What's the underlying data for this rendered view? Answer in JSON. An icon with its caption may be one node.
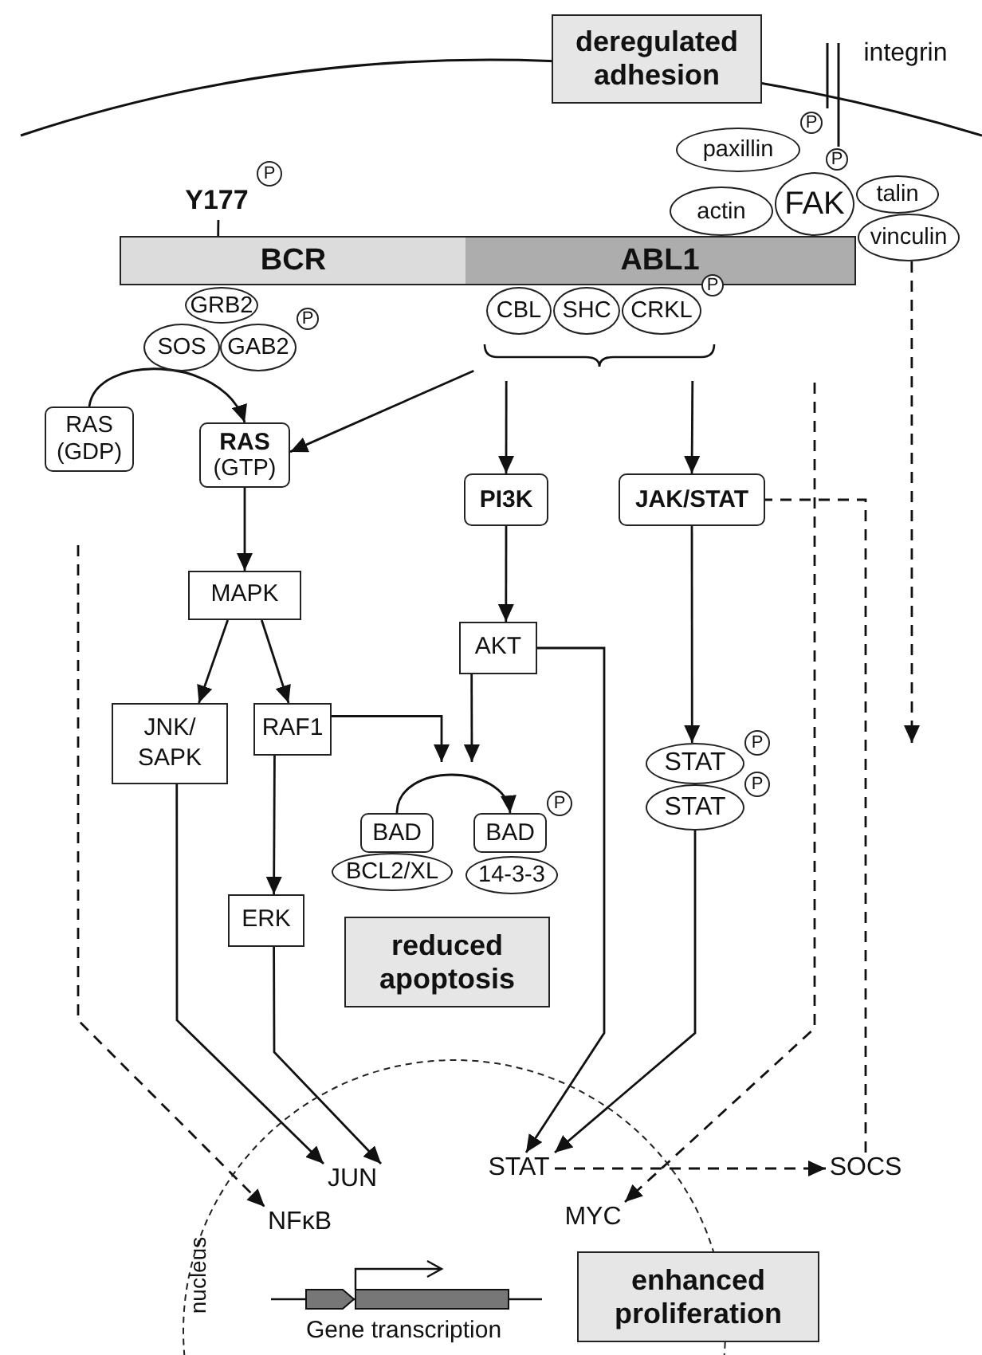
{
  "diagram": {
    "nodes": [
      {
        "text": [
          "deregulated adhesion"
        ]
      },
      {
        "text": [
          "integrin"
        ]
      },
      {
        "text": [
          "paxillin"
        ],
        "beside": [
          "P"
        ]
      },
      {
        "text": [
          "actin"
        ]
      },
      {
        "text": [
          "FAK"
        ],
        "beside": [
          "P"
        ]
      },
      {
        "text": [
          "talin"
        ]
      },
      {
        "text": [
          "vinculin"
        ]
      },
      {
        "text": [
          "Y177"
        ],
        "beside": [
          "P"
        ]
      },
      {
        "text": [
          "BCR"
        ]
      },
      {
        "text": [
          "ABL1"
        ]
      },
      {
        "text": [
          "GRB2"
        ]
      },
      {
        "text": [
          "SOS"
        ]
      },
      {
        "text": [
          "GAB2"
        ],
        "beside": [
          "P"
        ]
      },
      {
        "text": [
          "CBL"
        ]
      },
      {
        "text": [
          "SHC"
        ]
      },
      {
        "text": [
          "CRKL"
        ],
        "beside": [
          "P"
        ]
      },
      {
        "text": [
          "RAS",
          "(GDP)"
        ]
      },
      {
        "text": [
          "RAS",
          "(GTP)"
        ]
      },
      {
        "text": [
          "MAPK"
        ]
      },
      {
        "text": [
          "PI3K"
        ]
      },
      {
        "text": [
          "JAK/STAT"
        ]
      },
      {
        "text": [
          "AKT"
        ]
      },
      {
        "text": [
          "JNK/ SAPK"
        ]
      },
      {
        "text": [
          "RAF1"
        ]
      },
      {
        "text": [
          "BAD"
        ]
      },
      {
        "text": [
          "BCL2/XL"
        ]
      },
      {
        "text": [
          "BAD"
        ],
        "beside": [
          "P"
        ]
      },
      {
        "text": [
          "14-3-3"
        ]
      },
      {
        "text": [
          "ERK"
        ]
      },
      {
        "text": [
          "reduced apoptosis"
        ]
      },
      {
        "text": [
          "STAT"
        ],
        "beside": [
          "P"
        ]
      },
      {
        "text": [
          "STAT"
        ],
        "beside": [
          "P"
        ]
      },
      {
        "text": [
          "nucleus"
        ]
      },
      {
        "text": [
          "JUN"
        ],
        "in": 32
      },
      {
        "text": [
          "NFκB"
        ],
        "in": 32
      },
      {
        "text": [
          "STAT"
        ],
        "in": 32
      },
      {
        "text": [
          "MYC"
        ],
        "in": 32
      },
      {
        "text": [
          "SOCS"
        ]
      },
      {
        "text": [
          "enhanced proliferation"
        ]
      },
      {
        "text": [],
        "shape": "bracket"
      }
    ],
    "edges": [
      {
        "from": 16,
        "to": 17,
        "arrow": "to"
      },
      {
        "from": 39,
        "to": 17,
        "arrow": "to"
      },
      {
        "from": 39,
        "to": 19,
        "arrow": "to"
      },
      {
        "from": 39,
        "to": 20,
        "arrow": "to"
      },
      {
        "from": 17,
        "to": 18,
        "arrow": "to"
      },
      {
        "from": 18,
        "to": 22,
        "arrow": "to"
      },
      {
        "from": 18,
        "to": 23,
        "arrow": "to"
      },
      {
        "from": 19,
        "to": 21,
        "arrow": "to"
      },
      {
        "from": 23,
        "to": null,
        "arrow": "to"
      },
      {
        "from": 21,
        "to": null,
        "arrow": "to"
      },
      {
        "from": 24,
        "to": 26,
        "arrow": "to"
      },
      {
        "from": 23,
        "to": 28,
        "arrow": "to"
      },
      {
        "from": 20,
        "to": 30,
        "arrow": "to"
      },
      {
        "from": null,
        "to": 34,
        "arrow": "to",
        "style": "dashed"
      },
      {
        "from": 22,
        "to": 33,
        "arrow": "to"
      },
      {
        "from": 28,
        "to": 33,
        "arrow": "to"
      },
      {
        "from": 21,
        "to": 35,
        "arrow": "to"
      },
      {
        "from": 31,
        "to": 35,
        "arrow": "to"
      },
      {
        "from": null,
        "to": 36,
        "arrow": "to",
        "style": "dashed"
      },
      {
        "from": 6,
        "to": null,
        "arrow": "to",
        "style": "dashed"
      },
      {
        "from": 35,
        "to": 37,
        "arrow": "to",
        "style": "dashed"
      },
      {
        "from": 37,
        "to": 20,
        "arrow": "other",
        "style": "dashed"
      },
      {
        "from": 7,
        "to": 8,
        "arrow": "none"
      }
    ],
    "labels": [
      "Gene transcription"
    ]
  }
}
